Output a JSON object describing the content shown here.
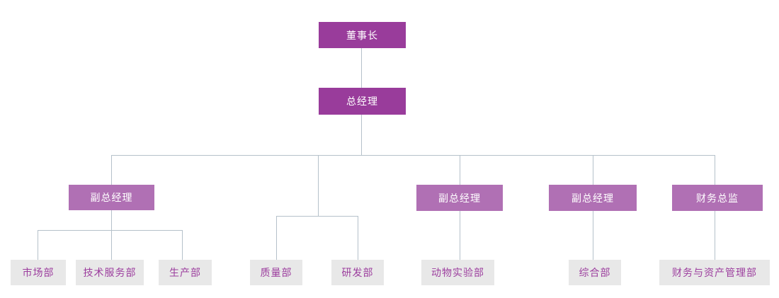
{
  "colors": {
    "executive_box": "#993c9b",
    "manager_box": "#b070b4",
    "department_box": "#e8e8e8",
    "department_text": "#9c3e9e",
    "executive_text": "#ffffff",
    "connector_line": "#b5c1ca"
  },
  "nodes": {
    "chairman": {
      "label": "董事长"
    },
    "general_manager": {
      "label": "总经理"
    },
    "vp1": {
      "label": "副总经理"
    },
    "vp2": {
      "label": "副总经理"
    },
    "vp3": {
      "label": "副总经理"
    },
    "finance_director": {
      "label": "财务总监"
    },
    "dept_market": {
      "label": "市场部"
    },
    "dept_tech_service": {
      "label": "技术服务部"
    },
    "dept_production": {
      "label": "生产部"
    },
    "dept_quality": {
      "label": "质量部"
    },
    "dept_rnd": {
      "label": "研发部"
    },
    "dept_animal_lab": {
      "label": "动物实验部"
    },
    "dept_general": {
      "label": "综合部"
    },
    "dept_finance_assets": {
      "label": "财务与资产管理部"
    }
  },
  "hierarchy": {
    "root": "chairman",
    "edges": [
      [
        "chairman",
        "general_manager"
      ],
      [
        "general_manager",
        "vp1"
      ],
      [
        "general_manager",
        "quality_rnd_group"
      ],
      [
        "general_manager",
        "vp2"
      ],
      [
        "general_manager",
        "vp3"
      ],
      [
        "general_manager",
        "finance_director"
      ],
      [
        "vp1",
        "dept_market"
      ],
      [
        "vp1",
        "dept_tech_service"
      ],
      [
        "vp1",
        "dept_production"
      ],
      [
        "quality_rnd_group",
        "dept_quality"
      ],
      [
        "quality_rnd_group",
        "dept_rnd"
      ],
      [
        "vp2",
        "dept_animal_lab"
      ],
      [
        "vp3",
        "dept_general"
      ],
      [
        "finance_director",
        "dept_finance_assets"
      ]
    ]
  }
}
